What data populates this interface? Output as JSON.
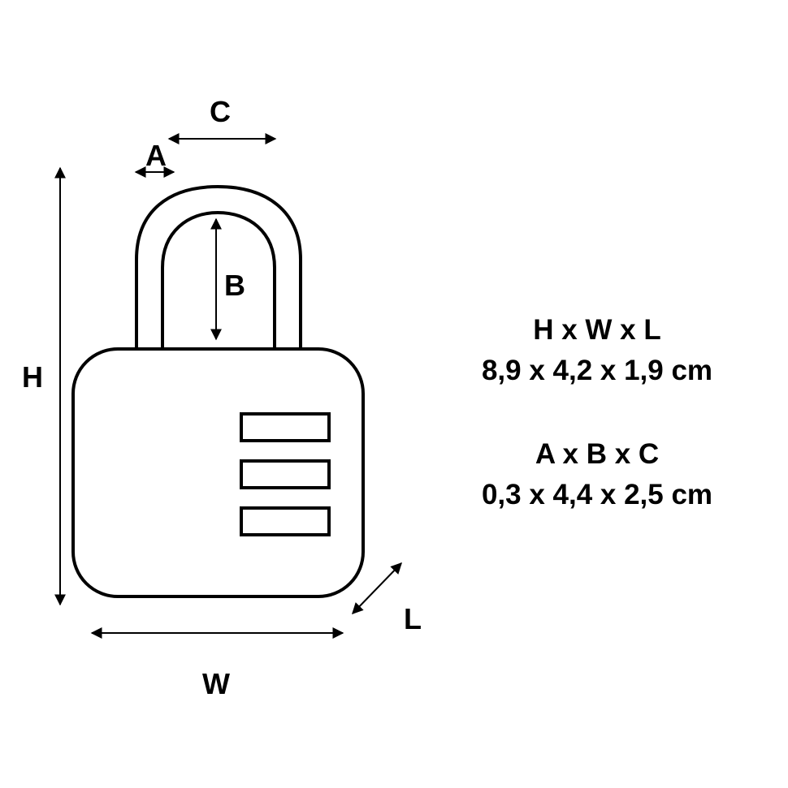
{
  "diagram": {
    "labels": {
      "a": "A",
      "b": "B",
      "c": "C",
      "h": "H",
      "w": "W",
      "l": "L"
    }
  },
  "specs": {
    "outer_heading": "H x W x L",
    "outer_values": "8,9 x 4,2 x 1,9 cm",
    "shackle_heading": "A x B x C",
    "shackle_values": "0,3 x 4,4 x 2,5 cm"
  },
  "colors": {
    "line": "#000000",
    "background": "#ffffff"
  }
}
